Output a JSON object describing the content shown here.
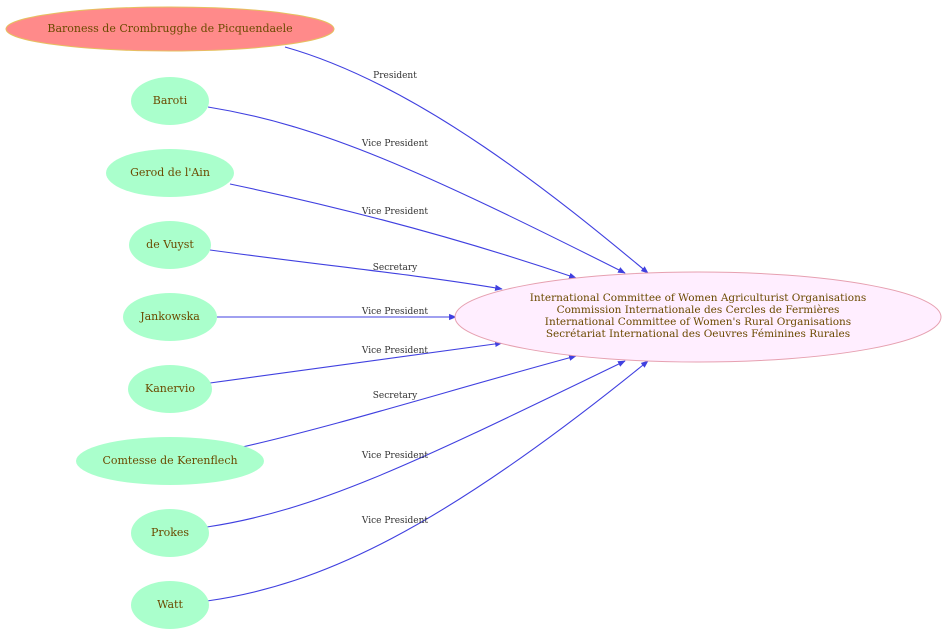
{
  "colors": {
    "president_fill": "#ff8a8a",
    "person_fill": "#aaffcc",
    "org_fill": "#ffeeff",
    "org_stroke": "#e6a0b0",
    "edge": "#4040e0",
    "label_text": "#6b4a00"
  },
  "persons": [
    {
      "name": "Baroness  de Crombrugghe de Picquendaele",
      "role": "President",
      "kind": "president"
    },
    {
      "name": "Baroti",
      "role": "Vice President",
      "kind": "person"
    },
    {
      "name": "Gerod  de l'Ain",
      "role": "Vice President",
      "kind": "person"
    },
    {
      "name": "de Vuyst",
      "role": "Secretary",
      "kind": "person"
    },
    {
      "name": "Jankowska",
      "role": "Vice President",
      "kind": "person"
    },
    {
      "name": "Kanervio",
      "role": "Vice President",
      "kind": "person"
    },
    {
      "name": "Comtesse de Kerenflech",
      "role": "Secretary",
      "kind": "person"
    },
    {
      "name": "Prokes",
      "role": "Vice President",
      "kind": "person"
    },
    {
      "name": "Watt",
      "role": "Vice President",
      "kind": "person"
    }
  ],
  "organisation": {
    "lines": [
      "International Committee of Women Agriculturist Organisations",
      "Commission Internationale des Cercles de Fermières",
      "International Committee of Women's Rural Organisations",
      "Secrétariat International des Oeuvres Féminines Rurales"
    ]
  }
}
